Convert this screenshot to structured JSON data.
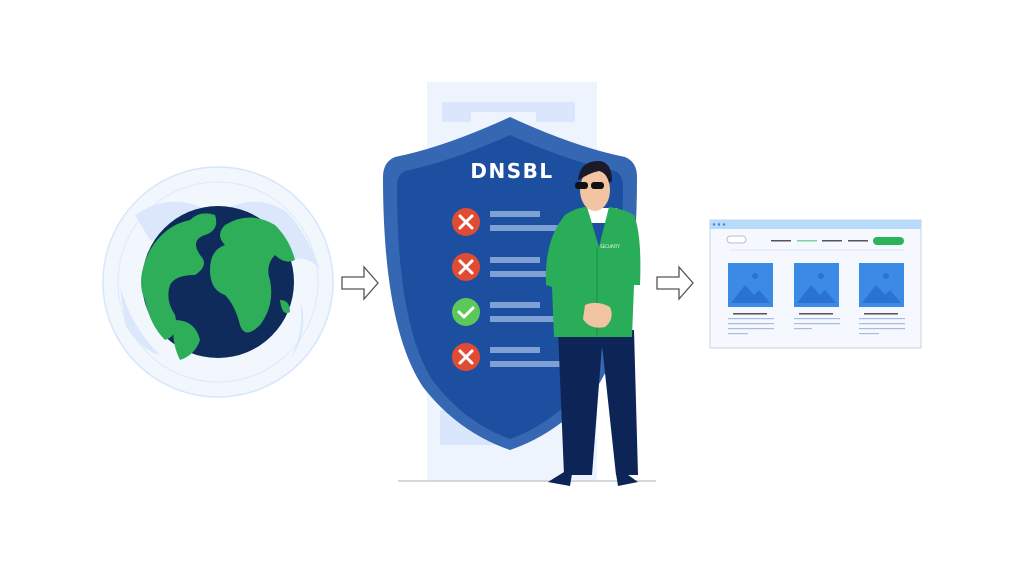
{
  "shield": {
    "title": "DNSBL",
    "entries": [
      {
        "status": "blocked",
        "icon": "x-icon",
        "color": "#e14b33"
      },
      {
        "status": "blocked",
        "icon": "x-icon",
        "color": "#e14b33"
      },
      {
        "status": "allowed",
        "icon": "check-icon",
        "color": "#5dc85a"
      },
      {
        "status": "blocked",
        "icon": "x-icon",
        "color": "#e14b33"
      }
    ]
  },
  "guard": {
    "badge_text": "SECURITY"
  },
  "colors": {
    "shield": "#1d4fa0",
    "globe": "#0f2b5b",
    "land": "#2fae5a",
    "jacket": "#2aad58",
    "browser_image": "#3a8ae6",
    "browser_button": "#2cb45a"
  }
}
